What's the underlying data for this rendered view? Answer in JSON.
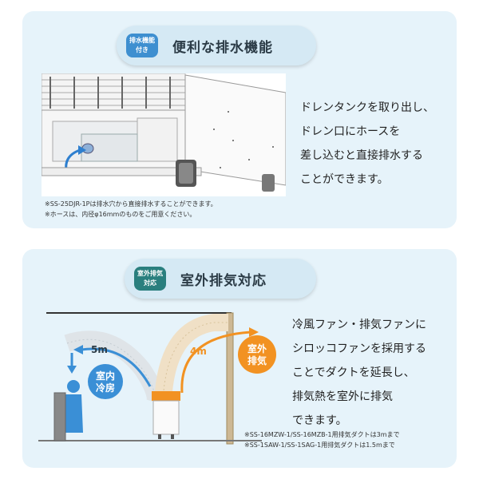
{
  "section1": {
    "tag_lines": [
      "排水機能",
      "付き"
    ],
    "title": "便利な排水機能",
    "description": [
      "ドレンタンクを取り出し、",
      "ドレン口にホースを",
      "差し込むと直接排水する",
      "ことができます。"
    ],
    "notes": [
      "※SS-25DJR-1Pは排水穴から直接排水することができます。",
      "※ホースは、内径φ16mmのものをご用意ください。"
    ]
  },
  "section2": {
    "tag_lines": [
      "室外排気",
      "対応"
    ],
    "title": "室外排気対応",
    "description": [
      "冷風ファン・排気ファンに",
      "シロッコファンを採用する",
      "ことでダクトを延長し、",
      "排気熱を室外に排気",
      "できます。"
    ],
    "notes": [
      "※SS-16MZW-1/SS-16MZB-1用排気ダクトは3mまで",
      "※SS-1SAW-1/SS-1SAG-1用排気ダクトは1.5mまで"
    ],
    "diagram": {
      "duct_left_length": "5m",
      "duct_right_length": "4m",
      "indoor_label_lines": [
        "室内",
        "冷房"
      ],
      "outdoor_label_lines": [
        "室外",
        "排気"
      ]
    }
  },
  "colors": {
    "panel_bg": "#e6f3fa",
    "tag_blue": "#3e8fd0",
    "tag_teal": "#2a7f7e",
    "cool_blue": "#3a8fd6",
    "exhaust_orange": "#f29222"
  }
}
